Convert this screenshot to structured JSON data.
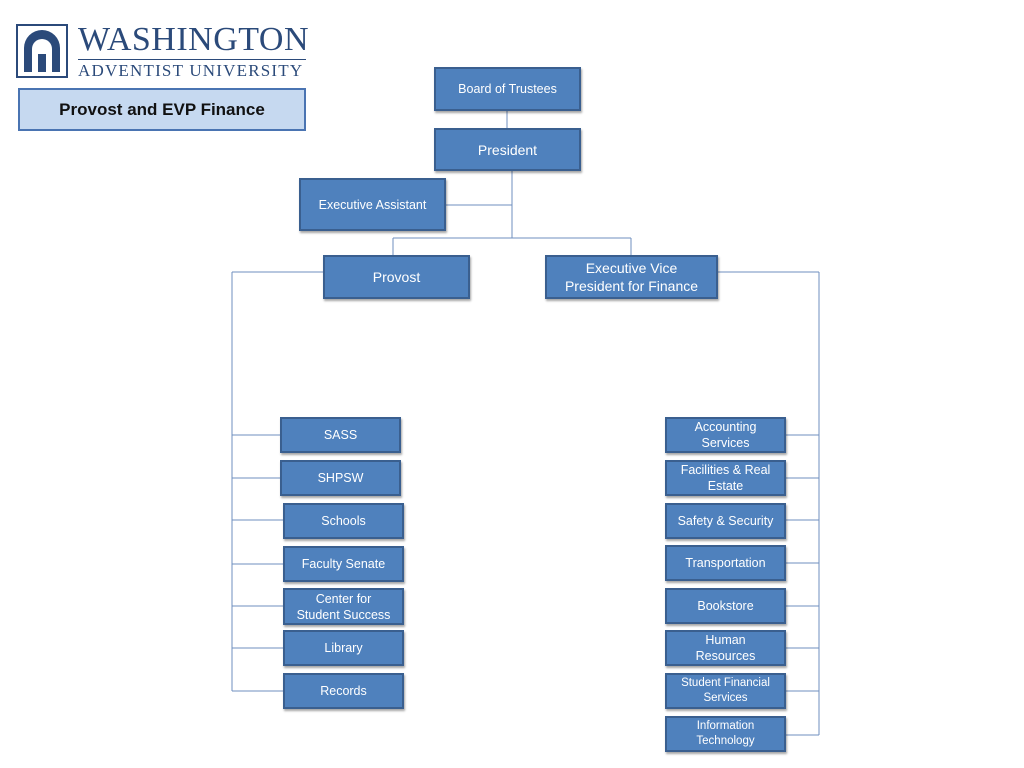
{
  "header": {
    "logo_line1": "WASHINGTON",
    "logo_line2": "ADVENTIST UNIVERSITY",
    "title": "Provost and EVP Finance"
  },
  "chart": {
    "board": "Board of Trustees",
    "president": "President",
    "exec_assistant": "Executive  Assistant",
    "provost": "Provost",
    "evp_finance": "Executive Vice\nPresident for Finance",
    "provost_units": [
      "SASS",
      "SHPSW",
      "Schools",
      "Faculty Senate",
      "Center for\nStudent Success",
      "Library",
      "Records"
    ],
    "finance_units": [
      "Accounting\nServices",
      "Facilities & Real\nEstate",
      "Safety & Security",
      "Transportation",
      "Bookstore",
      "Human\nResources",
      "Student Financial\nServices",
      "Information\nTechnology"
    ]
  },
  "colors": {
    "box_fill": "#4f81bd",
    "box_border": "#3a5f8f",
    "title_fill": "#c6d9f0",
    "logo": "#2b4a7a",
    "connector": "#6f8fbf"
  }
}
